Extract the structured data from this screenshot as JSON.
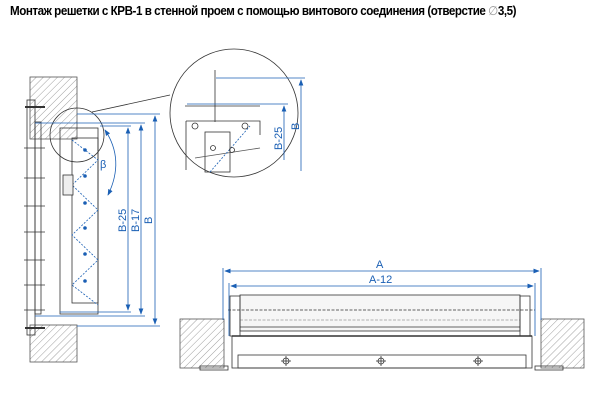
{
  "title": {
    "text": "Монтаж решетки с КРВ-1 в стенной проем с помощью винтового соединения (отверстие ",
    "diameter_symbol": "∅",
    "hole": "3,5)"
  },
  "side_view": {
    "dims": {
      "b25": "B-25",
      "b17": "B-17",
      "b": "B"
    },
    "angle": "β"
  },
  "detail_view": {
    "dims": {
      "b25": "B-25",
      "b": "B"
    }
  },
  "front_view": {
    "dims": {
      "a": "A",
      "a12": "A-12"
    }
  },
  "colors": {
    "dimension": "#1a5fb4",
    "drawing": "#333333",
    "hatch": "#777777"
  }
}
